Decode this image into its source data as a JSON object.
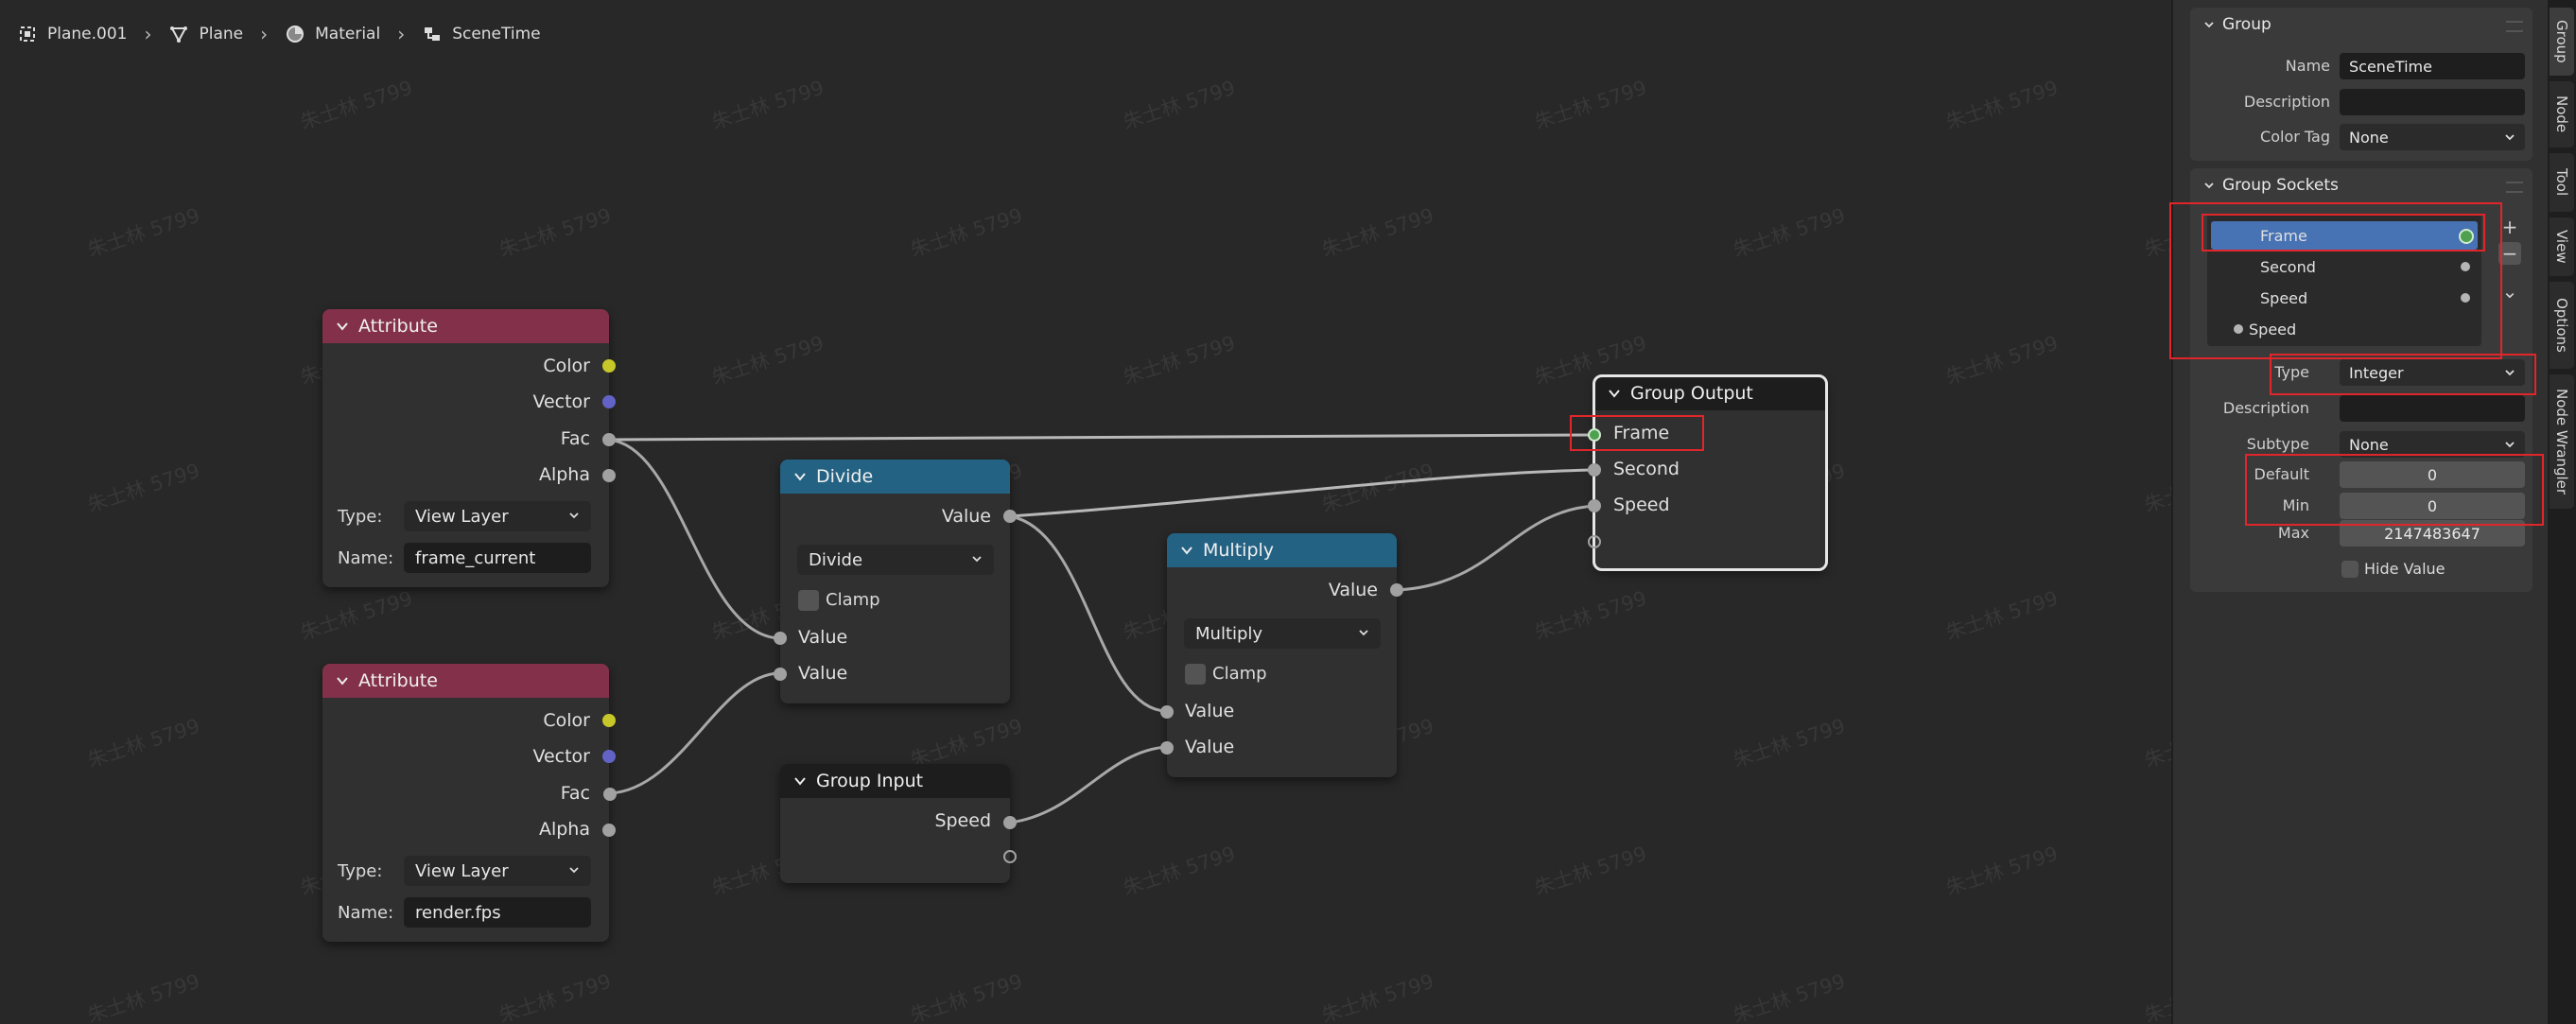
{
  "breadcrumb": {
    "items": [
      {
        "label": "Plane.001",
        "icon": "object-icon"
      },
      {
        "label": "Plane",
        "icon": "mesh-icon"
      },
      {
        "label": "Material",
        "icon": "material-icon"
      },
      {
        "label": "SceneTime",
        "icon": "node-tree-icon"
      }
    ],
    "separator": ">"
  },
  "watermark": "朱士林 5799",
  "nodes": {
    "attribute1": {
      "title": "Attribute",
      "outputs": [
        "Color",
        "Vector",
        "Fac",
        "Alpha"
      ],
      "type_label": "Type:",
      "type_value": "View Layer",
      "name_label": "Name:",
      "name_value": "frame_current"
    },
    "attribute2": {
      "title": "Attribute",
      "outputs": [
        "Color",
        "Vector",
        "Fac",
        "Alpha"
      ],
      "type_label": "Type:",
      "type_value": "View Layer",
      "name_label": "Name:",
      "name_value": "render.fps"
    },
    "divide": {
      "title": "Divide",
      "output": "Value",
      "operation": "Divide",
      "clamp_label": "Clamp",
      "inputs": [
        "Value",
        "Value"
      ]
    },
    "multiply": {
      "title": "Multiply",
      "output": "Value",
      "operation": "Multiply",
      "clamp_label": "Clamp",
      "inputs": [
        "Value",
        "Value"
      ]
    },
    "group_input": {
      "title": "Group Input",
      "outputs": [
        "Speed"
      ]
    },
    "group_output": {
      "title": "Group Output",
      "inputs": [
        "Frame",
        "Second",
        "Speed"
      ]
    }
  },
  "panel": {
    "group": {
      "title": "Group",
      "name_label": "Name",
      "name_value": "SceneTime",
      "description_label": "Description",
      "description_value": "",
      "color_tag_label": "Color Tag",
      "color_tag_value": "None"
    },
    "sockets": {
      "title": "Group Sockets",
      "items": [
        "Frame",
        "Second",
        "Speed",
        "Speed"
      ],
      "active": "Frame",
      "add_label": "+",
      "remove_label": "−",
      "menu_label": "⌄",
      "type_label": "Type",
      "type_value": "Integer",
      "description_label": "Description",
      "description_value": "",
      "subtype_label": "Subtype",
      "subtype_value": "None",
      "default_label": "Default",
      "default_value": "0",
      "min_label": "Min",
      "min_value": "0",
      "max_label": "Max",
      "max_value": "2147483647",
      "hide_value_label": "Hide Value"
    },
    "tabs": [
      "Group",
      "Node",
      "Tool",
      "View",
      "Options",
      "Node Wrangler"
    ],
    "active_tab": "Group"
  },
  "colors": {
    "attribute_header": "#83314a",
    "math_header": "#246283",
    "selection": "#4772b3",
    "highlight": "#e0262a",
    "socket_yellow": "#c7c729",
    "socket_purple": "#6363c7",
    "socket_grey": "#a1a1a1",
    "socket_green": "#4fa04f"
  }
}
